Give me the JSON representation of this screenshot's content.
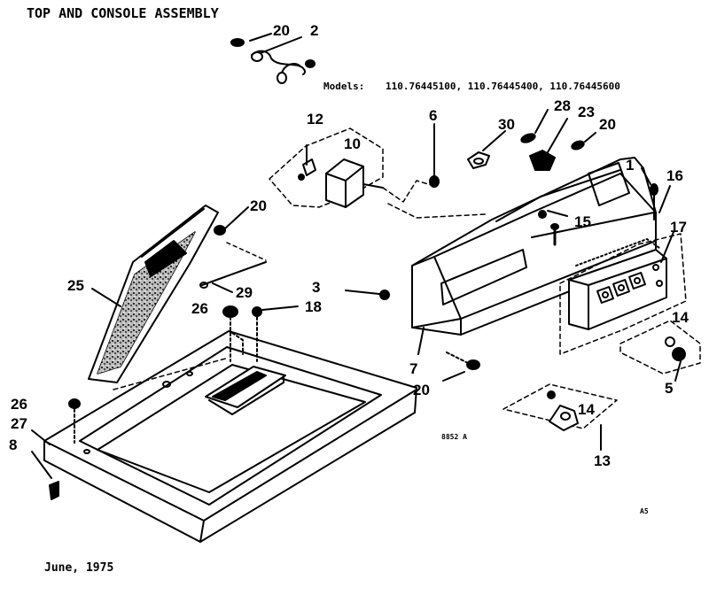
{
  "title": "TOP AND CONSOLE ASSEMBLY",
  "models_label": "Models:",
  "models": "110.76445100, 110.76445400, 110.76445600",
  "date": "June, 1975",
  "ref_code": "8852 A",
  "page_code": "A5",
  "callouts": [
    "20",
    "2",
    "28",
    "23",
    "20",
    "30",
    "6",
    "12",
    "10",
    "1",
    "16",
    "15",
    "17",
    "20",
    "25",
    "29",
    "3",
    "26",
    "18",
    "14",
    "7",
    "20",
    "26",
    "27",
    "8",
    "14",
    "13",
    "5"
  ]
}
